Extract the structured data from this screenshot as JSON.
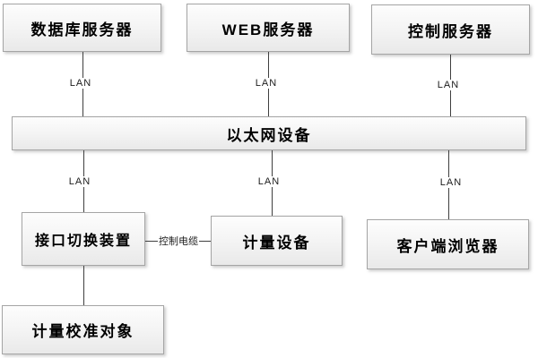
{
  "diagram": {
    "nodes": {
      "db_server": {
        "label": "数据库服务器"
      },
      "web_server": {
        "label": "WEB服务器"
      },
      "control_server": {
        "label": "控制服务器"
      },
      "ethernet_device": {
        "label": "以太网设备"
      },
      "interface_switch": {
        "label": "接口切换装置"
      },
      "metering_device": {
        "label": "计量设备"
      },
      "client_browser": {
        "label": "客户端浏览器"
      },
      "calibration_object": {
        "label": "计量校准对象"
      }
    },
    "edge_labels": {
      "lan": "LAN",
      "control_cable": "控制电缆"
    },
    "colors": {
      "node_fill_top": "#fdfdfd",
      "node_fill_bottom": "#e9e9e9",
      "node_border": "#a5a5a5",
      "line": "#3f3f3f",
      "text": "#000000",
      "background": "#ffffff"
    }
  }
}
